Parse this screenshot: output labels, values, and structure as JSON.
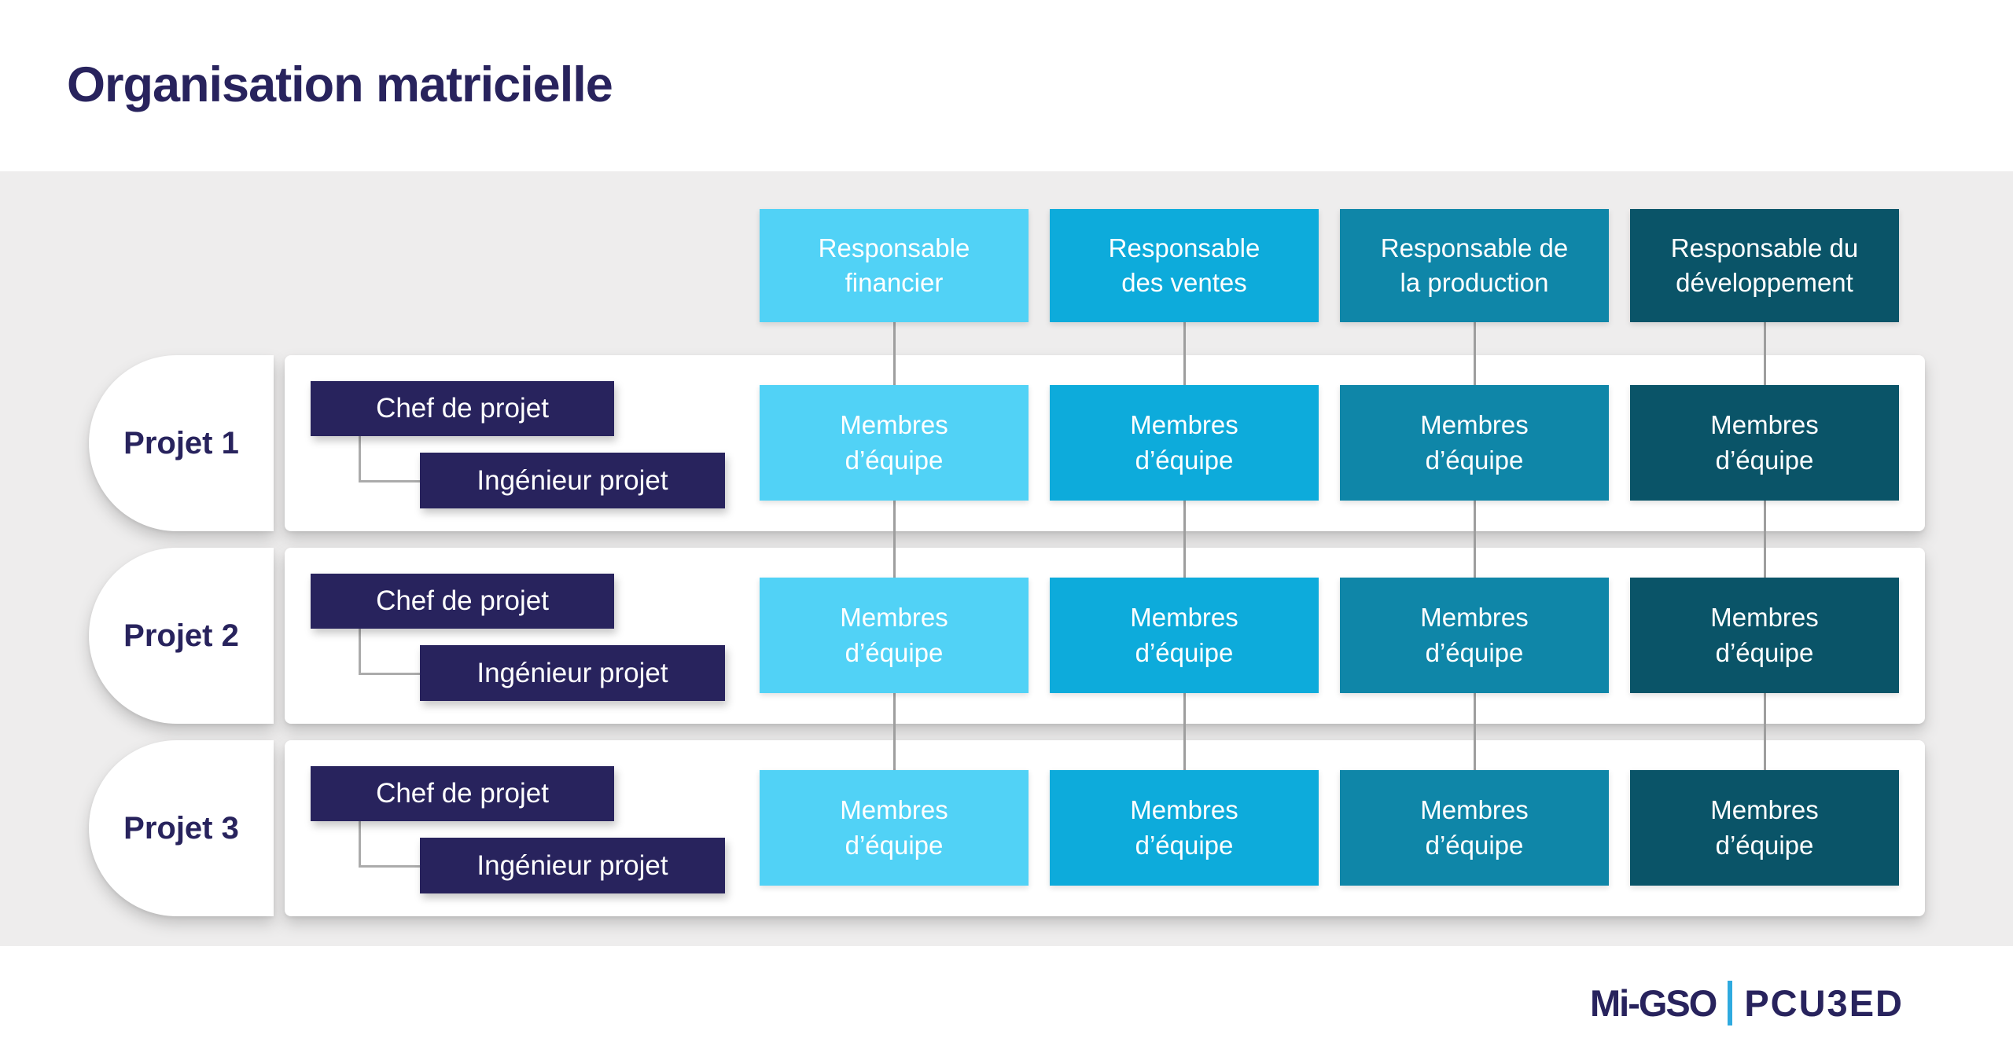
{
  "title": "Organisation matricielle",
  "columns": [
    {
      "label": "Responsable\nfinancier",
      "color": "#51D2F6"
    },
    {
      "label": "Responsable\ndes ventes",
      "color": "#0DABDB"
    },
    {
      "label": "Responsable de\nla production",
      "color": "#0F86A8"
    },
    {
      "label": "Responsable du\ndéveloppement",
      "color": "#0A5468"
    }
  ],
  "rows": [
    {
      "label": "Projet 1"
    },
    {
      "label": "Projet 2"
    },
    {
      "label": "Projet 3"
    }
  ],
  "labels": {
    "chef": "Chef de projet",
    "ingenieur": "Ingénieur projet",
    "member": "Membres\nd’équipe"
  },
  "logo": {
    "brand_left": "Mi-GSO",
    "brand_right": "PCU3ED",
    "divider_color": "#2FAADF"
  },
  "colors": {
    "navy": "#28235D",
    "band_gray": "#EEEDED",
    "connector_gray": "#9E9E9E",
    "title_navy": "#28235D"
  }
}
